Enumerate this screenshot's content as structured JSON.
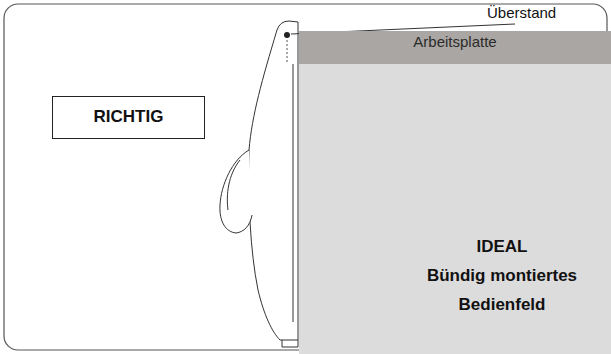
{
  "diagram": {
    "nodes": [
      {
        "text": [
          "RICHTIG"
        ]
      },
      {
        "text": [
          "Arbeitsplatte"
        ]
      },
      {
        "text": [
          "IDEAL",
          "Bündig montiertes Bedienfeld"
        ]
      }
    ],
    "labels": [
      "Überstand"
    ]
  }
}
